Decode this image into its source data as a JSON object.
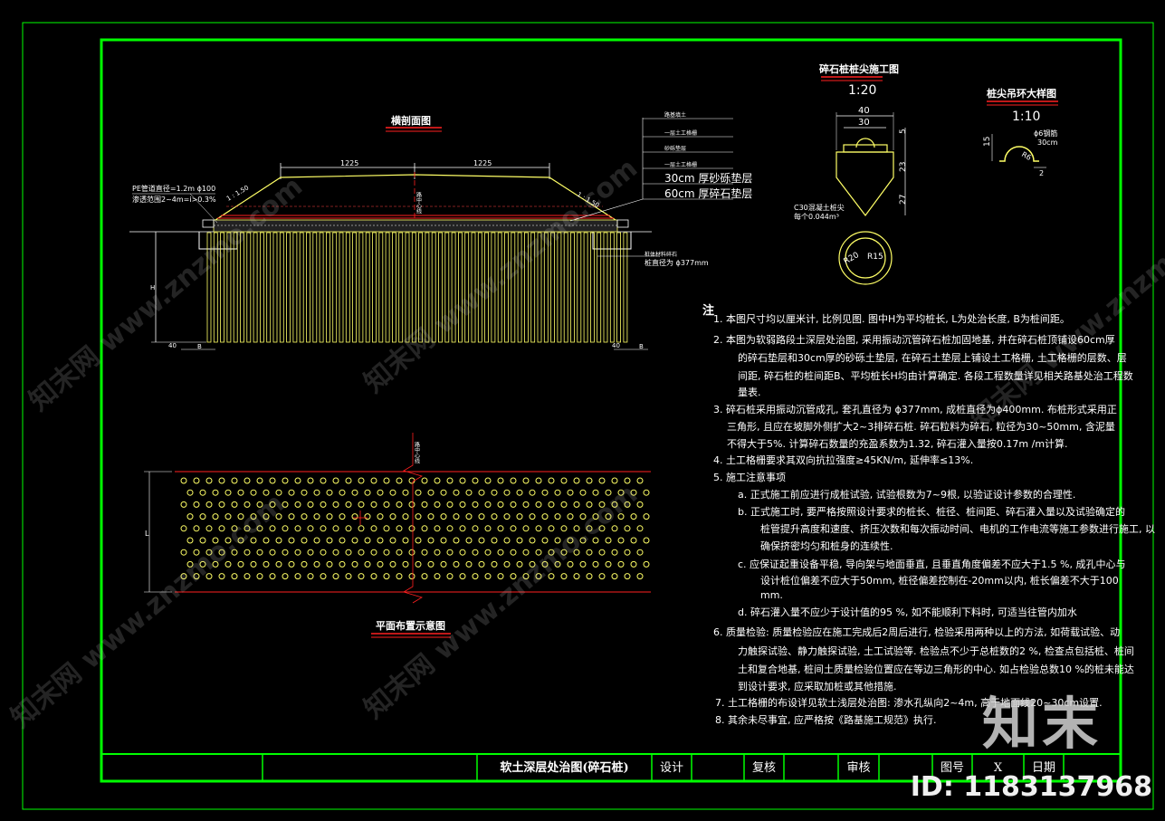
{
  "section_view": {
    "title": "横剖面图",
    "dim_left": "1225",
    "dim_right": "1225",
    "slope_left": "1 : 1.50",
    "slope_right": "1 : 1.50",
    "pe_label_1": "PE管道直径=1.2m ɸ100",
    "pe_label_2": "渗透范围2~4m=i>0.3%",
    "center_line": "路中心线",
    "layers": [
      "路基填土",
      "一层土工格栅",
      "砂砾垫层",
      "一层土工格栅",
      "30cm 厚砂砾垫层",
      "60cm 厚碎石垫层"
    ],
    "pile_note_1": "桩体材料碎石",
    "pile_note_2": "桩直径为 ɸ377mm",
    "h_label": "H",
    "dim_40": "40",
    "dim_b": "B"
  },
  "pile_tip": {
    "title": "碎石桩桩尖施工图",
    "scale": "1:20",
    "dim_40": "40",
    "dim_30": "30",
    "dim_5": "5",
    "dim_23": "23",
    "dim_27": "27",
    "c30_1": "C30混凝土桩尖",
    "c30_2": "每个0.044m³",
    "r20": "R20",
    "r15": "R15"
  },
  "ring_detail": {
    "title": "桩尖吊环大样图",
    "scale": "1:10",
    "dim_15": "15",
    "d6": "ɸ6钢筋",
    "d30": "30cm",
    "r6": "R6",
    "dim_2": "2"
  },
  "plan_view": {
    "title": "平面布置示意图",
    "center_line": "路中心线",
    "l_label": "L"
  },
  "notes": {
    "heading": "注",
    "lines": [
      "1.   本图尺寸均以厘米计, 比例见图. 图中H为平均桩长, L为处治长度, B为桩间距。",
      "2.   本图为软弱路段土深层处治图, 采用振动沉管碎石桩加固地基, 并在碎石桩顶铺设60cm厚",
      "的碎石垫层和30cm厚的砂砾土垫层, 在碎石土垫层上铺设土工格栅, 土工格栅的层数、层",
      "间距, 碎石桩的桩间距B、平均桩长H均由计算确定. 各段工程数量详见相关路基处治工程数",
      "量表.",
      "3.   碎石桩采用振动沉管成孔, 套孔直径为       ɸ377mm, 成桩直径为ɸ400mm. 布桩形式采用正",
      "三角形, 且应在坡脚外侧扩大2~3排碎石桩. 碎石粒料为碎石, 粒径为30~50mm, 含泥量",
      "不得大于5%. 计算碎石数量的充盈系数为1.32, 碎石灌入量按0.17m   /m计算.",
      "4. 土工格栅要求其双向抗拉强度≥45KN/m, 延伸率≤13%.",
      "5.   施工注意事项",
      "a.    正式施工前应进行成桩试验, 试验根数为7~9根, 以验证设计参数的合理性.",
      "b.    正式施工时, 要严格按照设计要求的桩长、桩径、桩间距、碎石灌入量以及试验确定的",
      "桩管提升高度和速度、挤压次数和每次振动时间、电机的工作电流等施工参数进行施工, 以",
      "确保挤密均匀和桩身的连续性.",
      "c.    应保证起重设备平稳, 导向架与地面垂直, 且垂直角度偏差不应大于1.5        %, 成孔中心与",
      "设计桩位偏差不应大于50mm, 桩径偏差控制在-20mm以内, 桩长偏差不大于100",
      "mm.",
      "d.    碎石灌入量不应少于设计值的95  %, 如不能顺利下料时, 可适当往管内加水",
      "6.   质量检验:   质量检验应在施工完成后2周后进行, 检验采用两种以上的方法, 如荷载试验、动",
      "力触探试验、静力触探试验, 土工试验等. 检验点不少于总桩数的2         %, 检查点包括桩、桩间",
      "土和复合地基, 桩间土质量检验位置应在等边三角形的中心. 如占检验总数10           %的桩未能达",
      "到设计要求, 应采取加桩或其他措施.",
      "7. 土工格栅的布设详见软土浅层处治图: 渗水孔纵向2~4m, 高于地面线20~30cm设置.",
      "8. 其余未尽事宜, 应严格按《路基施工规范》执行."
    ]
  },
  "title_block": {
    "drawing_name": "软土深层处治图(碎石桩)",
    "design": "设计",
    "review": "复核",
    "approve": "审核",
    "sheet_no": "图号",
    "sheet_val": "X",
    "date": "日期"
  },
  "watermark": {
    "text": "知末网 www.znzmo.com",
    "brand": "知末",
    "id": "ID: 1183137968"
  },
  "colors": {
    "frame": "#00ff00",
    "pile": "#ffff66",
    "red": "#ff2020",
    "text": "#ffffff"
  }
}
